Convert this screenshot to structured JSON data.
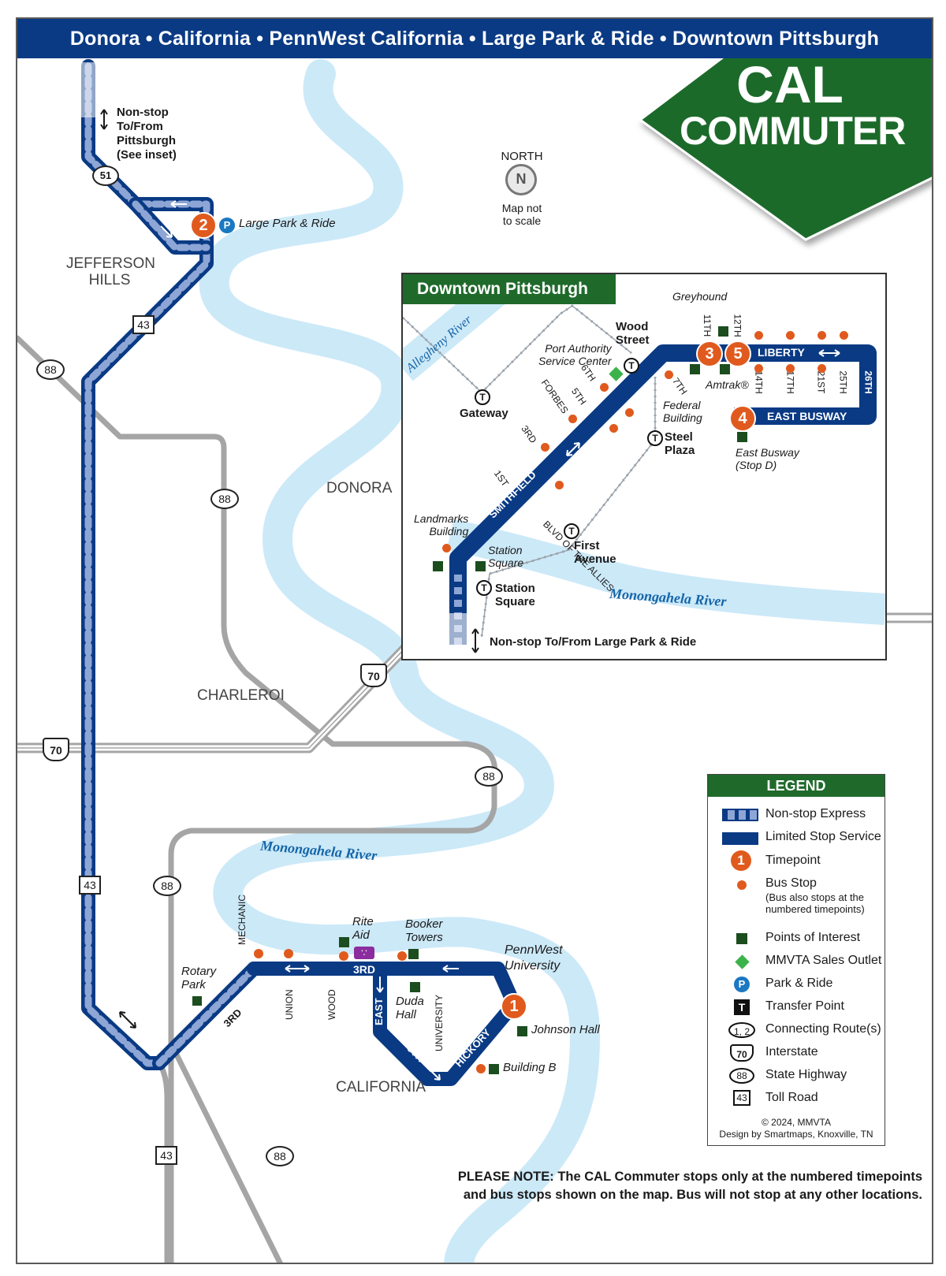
{
  "header": {
    "route": "Donora  •  California  •  PennWest California  •  Large Park & Ride  •  Downtown Pittsburgh"
  },
  "badge": {
    "line1": "CAL",
    "line2": "COMMUTER"
  },
  "north": {
    "label": "NORTH",
    "letter": "N",
    "note_line1": "Map not",
    "note_line2": "to scale"
  },
  "nonstop_note": [
    "Non-stop",
    "To/From",
    "Pittsburgh",
    "(See inset)"
  ],
  "places": {
    "jefferson_hills": [
      "JEFFERSON",
      "HILLS"
    ],
    "donora": "DONORA",
    "charleroi": "CHARLEROI",
    "california": "CALIFORNIA"
  },
  "rivers": {
    "monongahela": "Monongahela River"
  },
  "shields": {
    "state": [
      "88",
      "88",
      "88",
      "88",
      "88"
    ],
    "toll": [
      "43",
      "43",
      "43"
    ],
    "interstate": [
      "70",
      "70"
    ],
    "connecting": "51"
  },
  "timepoints": {
    "tp1": "1",
    "tp2": "2",
    "tp3": "3",
    "tp4": "4",
    "tp5": "5"
  },
  "large_park_ride": {
    "icon": "P",
    "label": "Large Park & Ride"
  },
  "california_labels": {
    "rotary_park": [
      "Rotary",
      "Park"
    ],
    "mechanic": "MECHANIC",
    "union": "UNION",
    "wood": "WOOD",
    "rite_aid": [
      "Rite",
      "Aid"
    ],
    "booker_towers": [
      "Booker",
      "Towers"
    ],
    "third": "3RD",
    "third_b": "3RD",
    "third_c": "3RD",
    "east": "EAST",
    "duda_hall": [
      "Duda",
      "Hall"
    ],
    "university": "UNIVERSITY",
    "pennwest": [
      "PennWest",
      "University"
    ],
    "johnson_hall": "Johnson Hall",
    "sixth": "6TH",
    "hickory": "HICKORY",
    "building_b": "Building B"
  },
  "inset": {
    "title": "Downtown Pittsburgh",
    "allegheny": "Allegheny River",
    "monongahela": "Monongahela River",
    "gateway": "Gateway",
    "wood_street": [
      "Wood",
      "Street"
    ],
    "port_authority": [
      "Port Authority",
      "Service Center"
    ],
    "greyhound": "Greyhound",
    "amtrak": "Amtrak®",
    "liberty": "LIBERTY",
    "east_busway": "EAST BUSWAY",
    "east_busway_stop": [
      "East Busway",
      "(Stop D)"
    ],
    "federal_building": [
      "Federal",
      "Building"
    ],
    "steel_plaza": [
      "Steel",
      "Plaza"
    ],
    "landmarks_building": [
      "Landmarks",
      "Building"
    ],
    "station_square_poi": [
      "Station",
      "Square"
    ],
    "station_square_t": [
      "Station",
      "Square"
    ],
    "first_avenue": [
      "First",
      "Avenue"
    ],
    "smithfield": "SMITHFIELD",
    "blvd_allies": "BLVD OF THE ALLIES",
    "streets": {
      "s1st": "1ST",
      "s3rd": "3RD",
      "forbes": "FORBES",
      "s5th": "5TH",
      "s6th": "6TH",
      "s7th": "7TH",
      "s11th": "11TH",
      "s12th": "12TH",
      "s14th": "14TH",
      "s17th": "17TH",
      "s21st": "21ST",
      "s25th": "25TH",
      "s26th": "26TH"
    },
    "nonstop": "Non-stop To/From Large Park & Ride"
  },
  "legend": {
    "title": "LEGEND",
    "items": {
      "express": "Non-stop Express",
      "limited": "Limited Stop Service",
      "timepoint": "Timepoint",
      "timepoint_num": "1",
      "bus_stop": "Bus Stop",
      "bus_stop_note1": "(Bus also stops at the",
      "bus_stop_note2": "numbered timepoints)",
      "poi": "Points of Interest",
      "sales": "MMVTA Sales Outlet",
      "park_ride": "Park & Ride",
      "park_ride_icon": "P",
      "transfer": "Transfer Point",
      "transfer_icon": "T",
      "connecting": "Connecting Route(s)",
      "connecting_sample": "1, 2",
      "interstate": "Interstate",
      "interstate_sample": "70",
      "state_highway": "State Highway",
      "state_highway_sample": "88",
      "toll_road": "Toll Road",
      "toll_road_sample": "43"
    },
    "copyright": "© 2024, MMVTA",
    "design": "Design by Smartmaps, Knoxville, TN"
  },
  "note": {
    "line1": "PLEASE NOTE:  The CAL Commuter stops only at the numbered timepoints",
    "line2": "and bus stops shown on the map. Bus will not stop at any other locations."
  },
  "colors": {
    "route_navy": "#0a3a84",
    "express_light": "#8ea6d6",
    "timepoint_orange": "#e05a1e",
    "poi_green": "#1b4d1e",
    "sales_green": "#3cb34a",
    "park_ride_blue": "#1b78c2",
    "river_blue": "#cce9f8",
    "road_gray": "#a5a5a5",
    "badge_green": "#1f6a2b"
  }
}
